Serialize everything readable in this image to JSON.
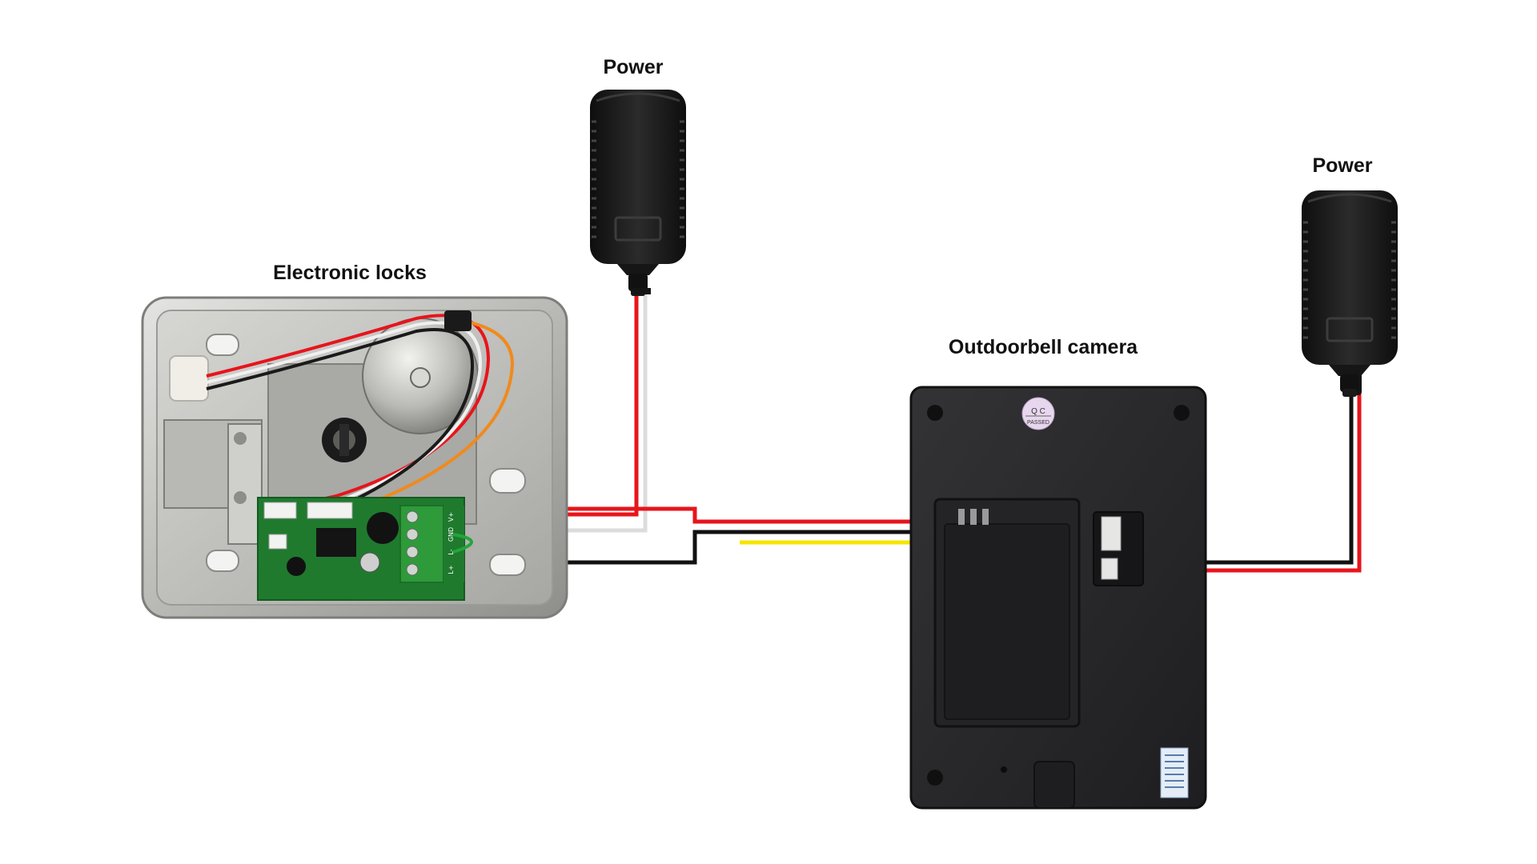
{
  "labels": {
    "power_left": "Power",
    "power_right": "Power",
    "lock": "Electronic locks",
    "camera": "Outdoorbell camera"
  },
  "device_markings": {
    "qc_sticker_top": "Q C",
    "qc_sticker_bottom": "PASSED",
    "terminal_block": [
      "V+",
      "GND",
      "L-",
      "L+"
    ]
  },
  "icons": {
    "adapter": "power-adapter-icon",
    "lock": "electronic-lock-icon",
    "camera": "doorbell-camera-back-icon"
  },
  "colors": {
    "background": "#ffffff",
    "wire_red": "#e8141b",
    "wire_black": "#111111",
    "wire_white": "#dcdcdc",
    "wire_yellow": "#f6e400",
    "adapter_body": "#1c1c1c",
    "lock_plate": "#c9c9c6",
    "pcb_green": "#1f7a2e",
    "camera_body": "#2a2a2c"
  }
}
